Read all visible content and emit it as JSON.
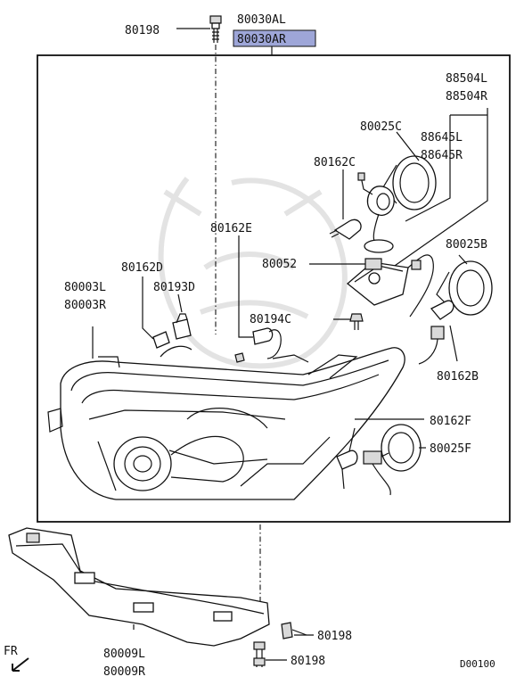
{
  "diagram": {
    "colors": {
      "line": "#111111",
      "highlight": "#9ea6d8",
      "watermark": "#e3e3e3"
    },
    "watermark_icon": "brand-emblem-watermark",
    "callouts": [
      {
        "id": "80198-top",
        "text": "80198"
      },
      {
        "id": "80030AL",
        "text": "80030AL"
      },
      {
        "id": "80030AR",
        "text": "80030AR",
        "highlighted": true
      },
      {
        "id": "88504L",
        "text": "88504L"
      },
      {
        "id": "88504R",
        "text": "88504R"
      },
      {
        "id": "80025C",
        "text": "80025C"
      },
      {
        "id": "88645L",
        "text": "88645L"
      },
      {
        "id": "88645R",
        "text": "88645R"
      },
      {
        "id": "80162C",
        "text": "80162C"
      },
      {
        "id": "80162E",
        "text": "80162E"
      },
      {
        "id": "80052",
        "text": "80052"
      },
      {
        "id": "80025B",
        "text": "80025B"
      },
      {
        "id": "80162D",
        "text": "80162D"
      },
      {
        "id": "80003L",
        "text": "80003L"
      },
      {
        "id": "80193D",
        "text": "80193D"
      },
      {
        "id": "80003R",
        "text": "80003R"
      },
      {
        "id": "80194C",
        "text": "80194C"
      },
      {
        "id": "80162B",
        "text": "80162B"
      },
      {
        "id": "80162F",
        "text": "80162F"
      },
      {
        "id": "80025F",
        "text": "80025F"
      },
      {
        "id": "80198-right",
        "text": "80198"
      },
      {
        "id": "80198-bottom",
        "text": "80198"
      },
      {
        "id": "80009L",
        "text": "80009L"
      },
      {
        "id": "80009R",
        "text": "80009R"
      },
      {
        "id": "fr-marker",
        "text": "FR"
      },
      {
        "id": "diagram-code",
        "text": "D00100"
      }
    ]
  }
}
